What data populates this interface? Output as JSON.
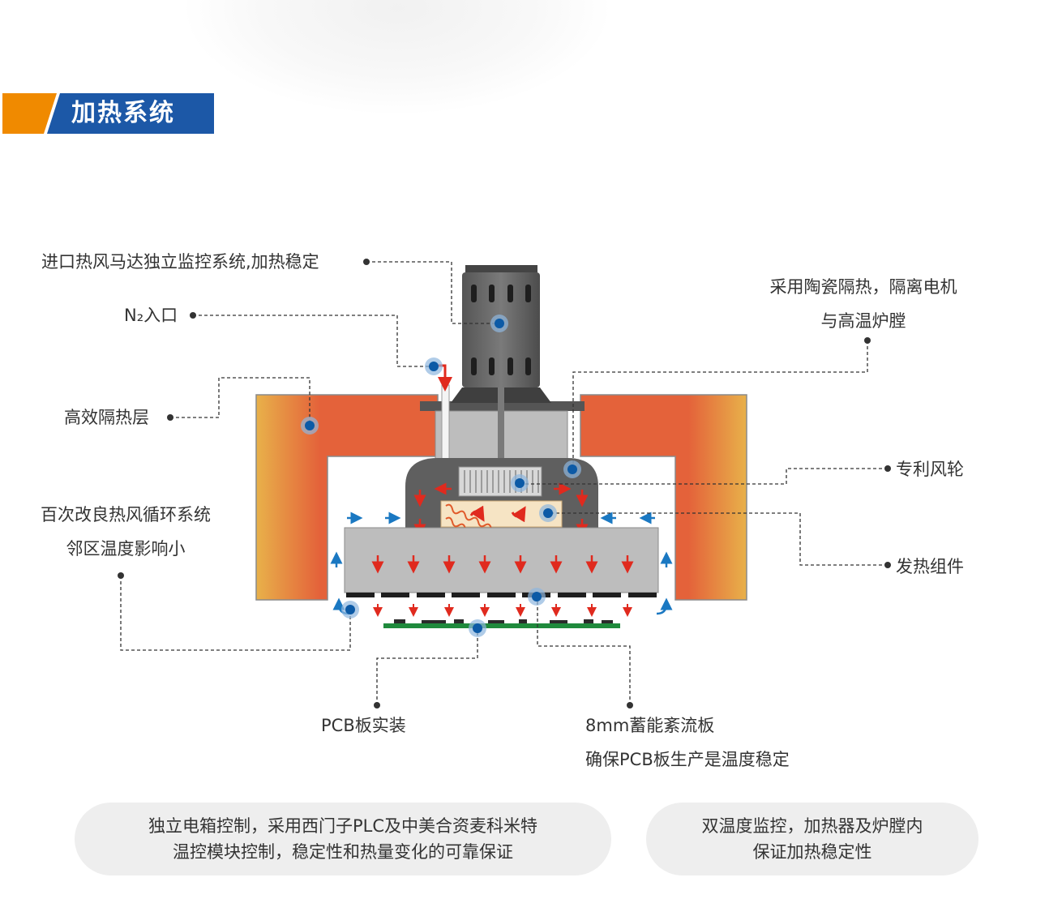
{
  "header": {
    "title": "加热系统"
  },
  "colors": {
    "header_orange": "#f08a00",
    "header_blue": "#1c58a7",
    "insulation_outer": "#e8b14a",
    "insulation_inner": "#e4623a",
    "motor_gray": "#666666",
    "marker_blue": "#0c5aa6",
    "flow_red": "#e02a1e",
    "flow_blue": "#1a78c2",
    "pcb_green": "#1f8a3c"
  },
  "callouts": {
    "motor": "进口热风马达独立监控系统,加热稳定",
    "n2_inlet": "N₂入口",
    "insulation_layer": "高效隔热层",
    "ceramic_line1": "采用陶瓷隔热，隔离电机",
    "ceramic_line2": "与高温炉膛",
    "impeller": "专利风轮",
    "circulation_line1": "百次改良热风循环系统",
    "circulation_line2": "邻区温度影响小",
    "heater": "发热组件",
    "pcb": "PCB板实装",
    "plate_line1": "8mm蓄能紊流板",
    "plate_line2": "确保PCB板生产是温度稳定"
  },
  "bubbles": {
    "left_line1": "独立电箱控制，采用西门子PLC及中美合资麦科米特",
    "left_line2": "温控模块控制，稳定性和热量变化的可靠保证",
    "right_line1": "双温度监控，加热器及炉膛内",
    "right_line2": "保证加热稳定性"
  }
}
